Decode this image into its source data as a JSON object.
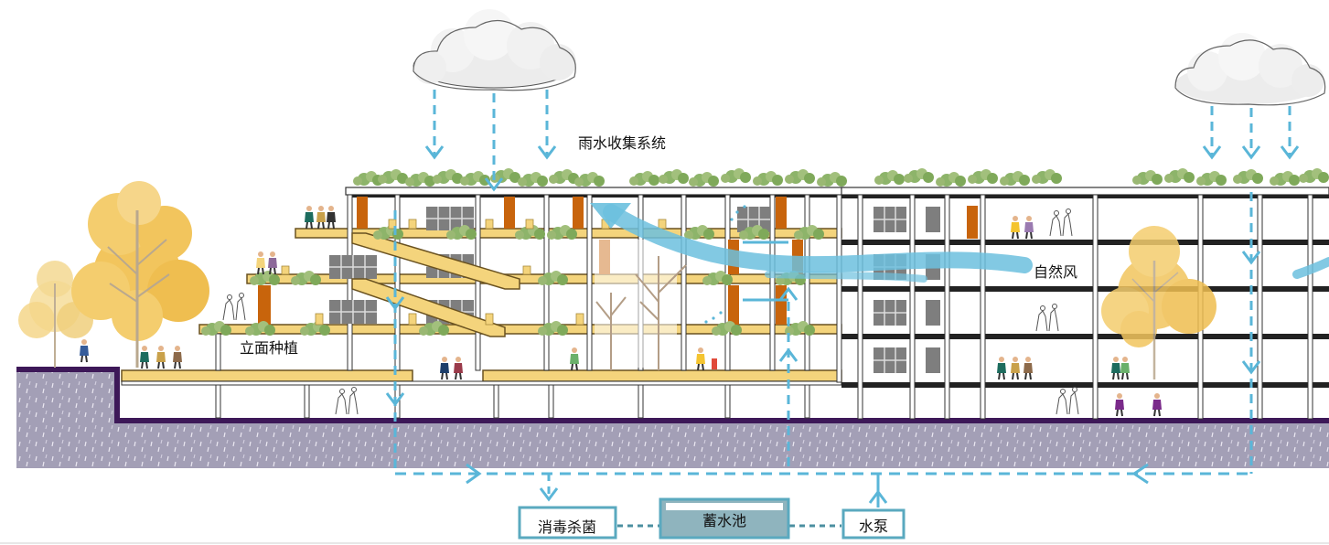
{
  "labels": {
    "rainwater_collection": "雨水收集系统",
    "natural_wind": "自然风",
    "facade_planting": "立面种植",
    "disinfection": "消毒杀菌",
    "reservoir": "蓄水池",
    "water_pump": "水泵"
  },
  "colors": {
    "ground": "#a39fb6",
    "ground_line": "#3d1858",
    "water_flow": "#5ab6d8",
    "wind": "#6cc0de",
    "slab_wood": "#f4d47c",
    "column_accent": "#c8640c",
    "tree_yellow": "#f2c55d",
    "greenery": "#7fa95a",
    "reservoir_fill": "#8fb4be",
    "window_grey": "#7e7e7e"
  },
  "icons": [
    "cloud-icon",
    "tree-icon",
    "person-icon",
    "arrow-icon"
  ]
}
